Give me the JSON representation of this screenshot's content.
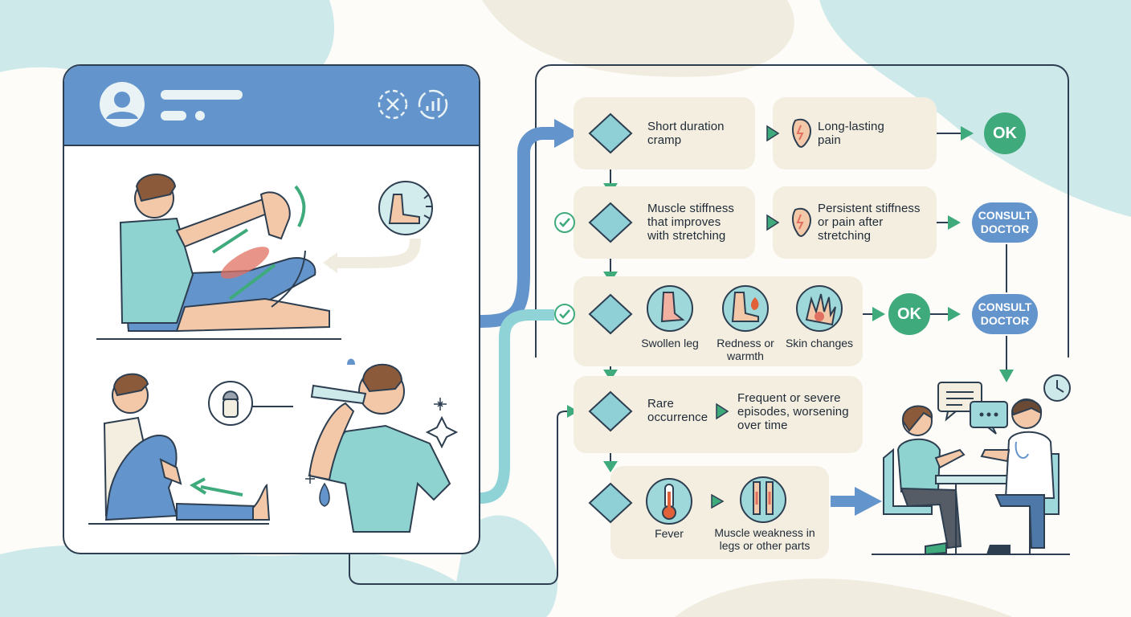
{
  "flow": {
    "row1": {
      "left": "Short duration cramp",
      "right": "Long-lasting pain",
      "outcome": "OK"
    },
    "row2": {
      "left": "Muscle stiffness that improves with stretching",
      "right": "Persistent stiffness or pain after stretching",
      "outcome": "CONSULT DOCTOR"
    },
    "row3": {
      "symptoms": [
        "Swollen leg",
        "Redness or warmth",
        "Skin changes"
      ],
      "outcome_ok": "OK",
      "outcome_consult": "CONSULT DOCTOR"
    },
    "row4": {
      "left": "Rare occurrence",
      "right": "Frequent or severe episodes, worsening over time"
    },
    "row5": {
      "symptoms": [
        "Fever",
        "Muscle weakness in legs or other parts"
      ]
    }
  },
  "colors": {
    "primary_blue": "#6494cc",
    "teal": "#7fc8cc",
    "green": "#3faa7c",
    "card": "#f3eee0",
    "outline": "#2d3e50"
  },
  "icons": [
    "user-avatar-icon",
    "close-icon",
    "chart-icon",
    "ear-pain-icon",
    "check-icon",
    "thermometer-icon",
    "salt-shaker-icon",
    "clock-icon",
    "chat-bubble-icon"
  ]
}
